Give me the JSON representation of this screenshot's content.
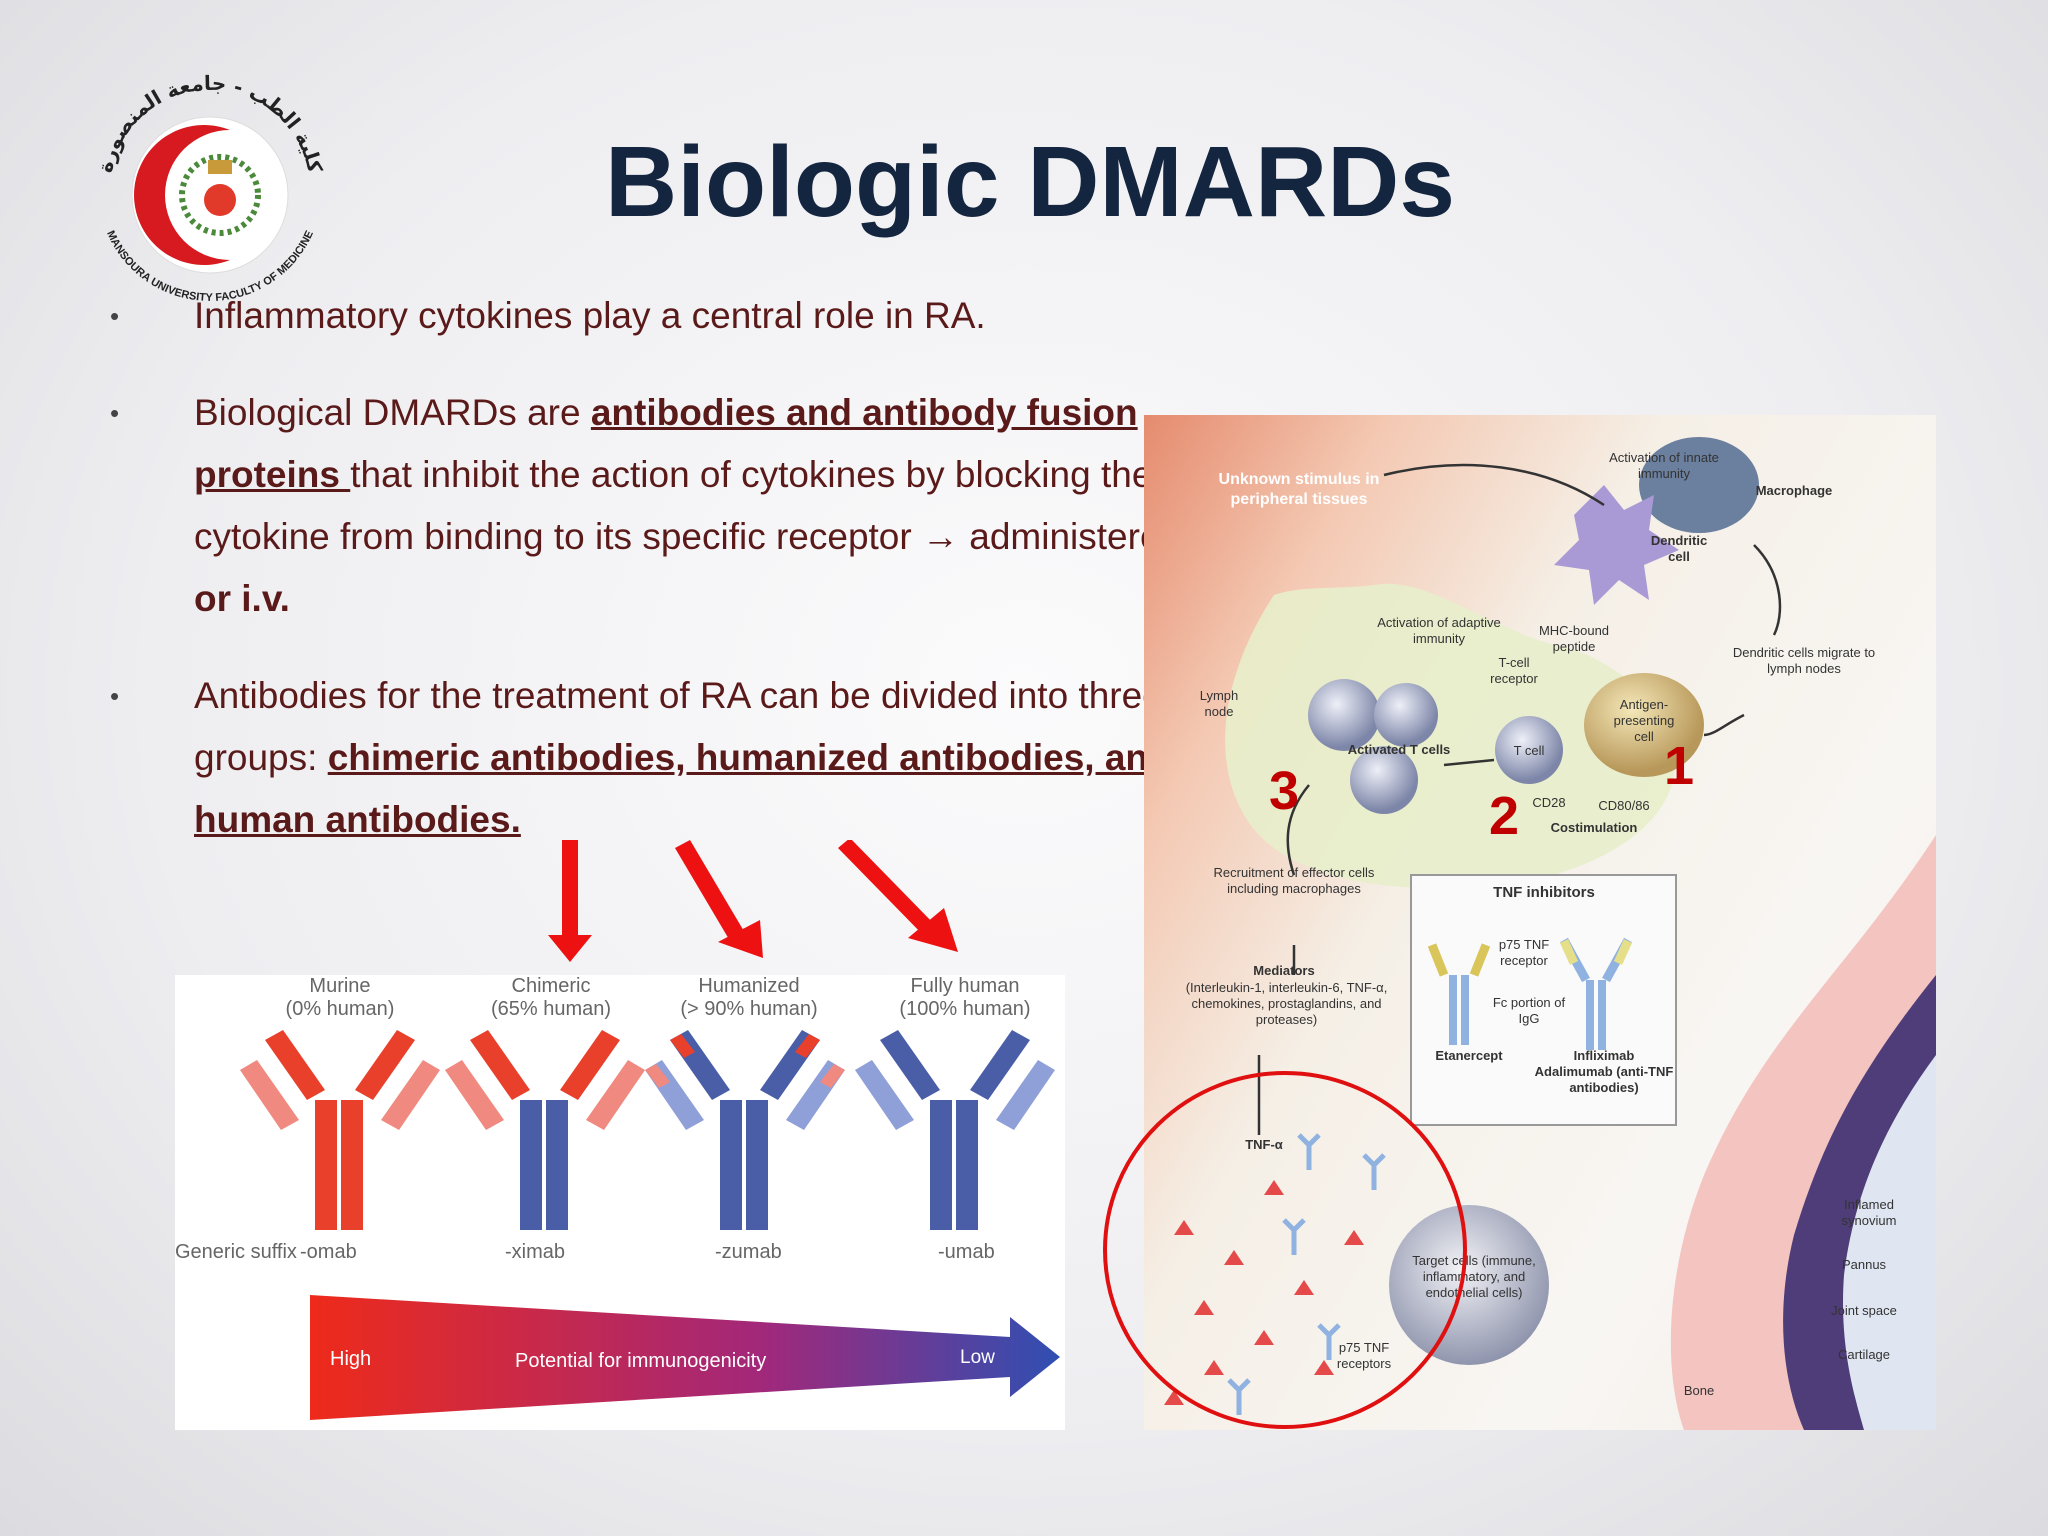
{
  "title": "Biologic DMARDs",
  "logo": {
    "arabic_text": "كلية الطب - جامعة المنصورة",
    "english_text": "MANSOURA UNIVERSITY FACULTY OF MEDICINE"
  },
  "bullets": [
    {
      "parts": [
        "Inflammatory cytokines play a central role in RA."
      ]
    },
    {
      "lead": "Biological DMARDs are ",
      "emph": "antibodies and antibody fusion proteins ",
      "rest": "that inhibit the action of cytokines by blocking the cytokine from binding to its specific receptor",
      "arrow": "→",
      "after_arrow": " administered ",
      "route": "S.C or i.v."
    },
    {
      "lead": "Antibodies for the treatment of RA can be divided into three groups: ",
      "emph": "chimeric antibodies, humanized antibodies, and human antibodies."
    }
  ],
  "antibody_figure": {
    "types": [
      {
        "name": "Murine",
        "pct": "(0% human)",
        "suffix": "-omab"
      },
      {
        "name": "Chimeric",
        "pct": "(65% human)",
        "suffix": "-ximab"
      },
      {
        "name": "Humanized",
        "pct": "(> 90% human)",
        "suffix": "-zumab"
      },
      {
        "name": "Fully human",
        "pct": "(100% human)",
        "suffix": "-umab"
      }
    ],
    "suffix_label": "Generic suffix",
    "gradient_high": "High",
    "gradient_mid": "Potential for immunogenicity",
    "gradient_low": "Low",
    "colors": {
      "murine": "#e8402a",
      "murine_light": "#f08a80",
      "human": "#4a5ea8",
      "human_light": "#8fa0d8"
    }
  },
  "pathway_figure": {
    "labels": {
      "unknown": "Unknown stimulus in peripheral tissues",
      "innate": "Activation of innate immunity",
      "macrophage": "Macrophage",
      "dendritic": "Dendritic cell",
      "dc_migrate": "Dendritic cells migrate to lymph nodes",
      "adaptive": "Activation of adaptive immunity",
      "mhc": "MHC-bound peptide",
      "tcr": "T-cell receptor",
      "apc": "Antigen-presenting cell",
      "lymph": "Lymph node",
      "activated": "Activated T cells",
      "tcell": "T cell",
      "cd28": "CD28",
      "cd80": "CD80/86",
      "costim": "Costimulation",
      "recruit": "Recruitment of effector cells including macrophages",
      "mediators_title": "Mediators",
      "mediators": "(Interleukin-1, interleukin-6, TNF-α, chemokines, prostaglandins, and proteases)",
      "tnf_inhib": "TNF inhibitors",
      "p75": "p75 TNF receptor",
      "fc": "Fc portion of IgG",
      "etanercept": "Etanercept",
      "inflix": "Infliximab Adalimumab (anti-TNF antibodies)",
      "tnfa": "TNF-α",
      "target": "Target cells (immune, inflammatory, and endothelial cells)",
      "p75r": "p75 TNF receptors",
      "inflamed": "Inflamed synovium",
      "pannus": "Pannus",
      "joint": "Joint space",
      "cartilage": "Cartilage",
      "bone": "Bone"
    },
    "step_numbers": [
      "1",
      "2",
      "3"
    ]
  }
}
